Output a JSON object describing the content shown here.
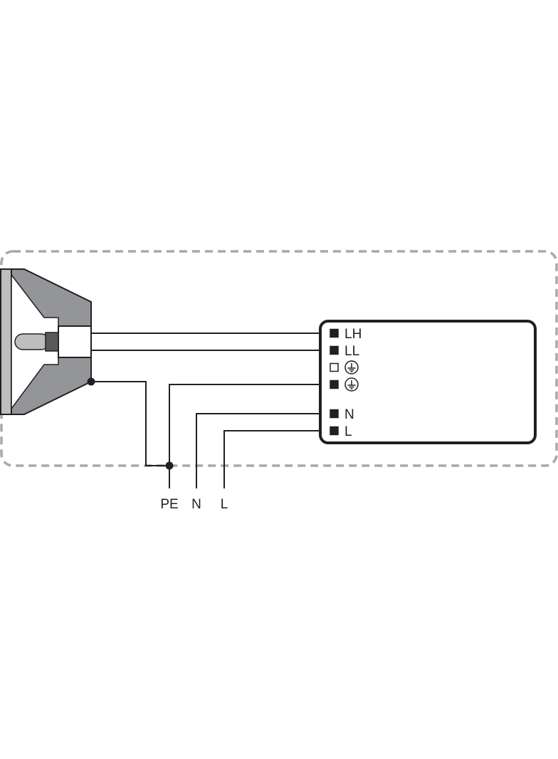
{
  "colors": {
    "line": "#231f20",
    "boundary": "#a7a9ac",
    "reflector": "#939598",
    "lamp_bulb": "#bcbec0",
    "lamp_cap": "#58595b",
    "background": "#ffffff"
  },
  "ballast": {
    "terminals": [
      {
        "label": "LH",
        "filled": true,
        "icon": "text"
      },
      {
        "label": "LL",
        "filled": true,
        "icon": "text"
      },
      {
        "label": "",
        "filled": false,
        "icon": "ground-icon"
      },
      {
        "label": "",
        "filled": true,
        "icon": "ground-icon"
      },
      {
        "label": "N",
        "filled": true,
        "icon": "text"
      },
      {
        "label": "L",
        "filled": true,
        "icon": "text"
      }
    ]
  },
  "supply": {
    "labels": [
      "PE",
      "N",
      "L"
    ]
  },
  "luminaire": {
    "icon": "luminaire-reflector-icon"
  }
}
